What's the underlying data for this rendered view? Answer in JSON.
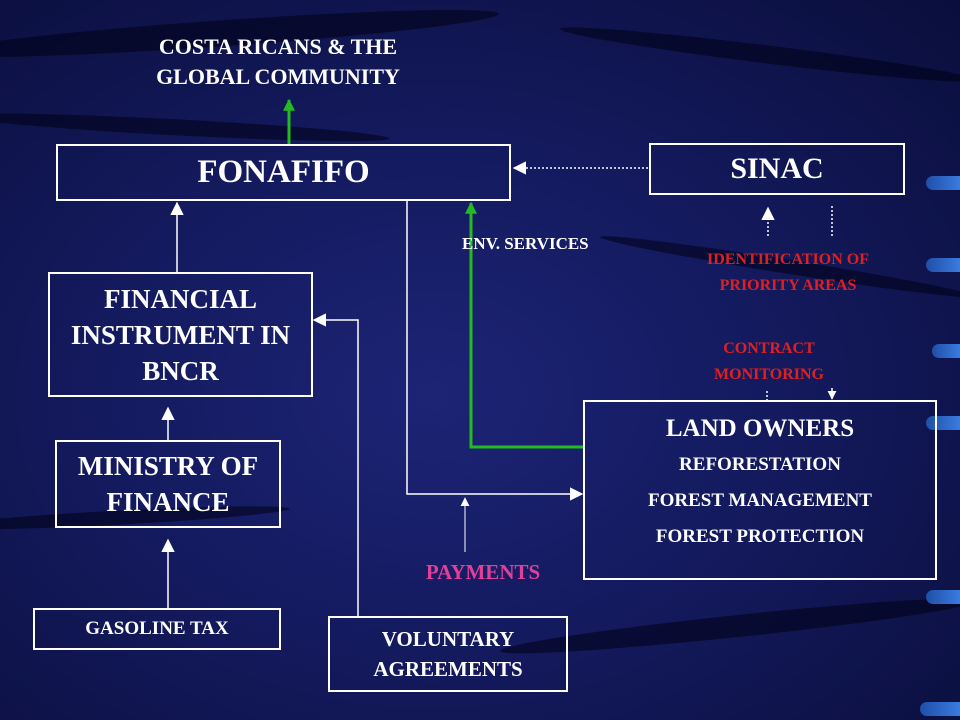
{
  "nodes": {
    "global_community": "COSTA RICANS & THE GLOBAL COMMUNITY",
    "fonafifo": "FONAFIFO",
    "sinac": "SINAC",
    "financial_instrument": "FINANCIAL INSTRUMENT IN BNCR",
    "ministry_of_finance": "MINISTRY OF FINANCE",
    "gasoline_tax": "GASOLINE TAX",
    "voluntary_agreements": "VOLUNTARY AGREEMENTS",
    "land_owners": {
      "title": "LAND OWNERS",
      "activities": [
        "REFORESTATION",
        "FOREST MANAGEMENT",
        "FOREST PROTECTION"
      ]
    }
  },
  "edge_labels": {
    "env_services": "ENV. SERVICES",
    "identification": "IDENTIFICATION OF PRIORITY AREAS",
    "contract_monitoring": "CONTRACT MONITORING",
    "payments": "PAYMENTS"
  },
  "colors": {
    "background": "#141a5e",
    "box_border": "#ffffff",
    "text": "#ffffff",
    "green_arrow": "#22bb22",
    "red_label": "#e02020",
    "pink_label": "#e0409a"
  }
}
